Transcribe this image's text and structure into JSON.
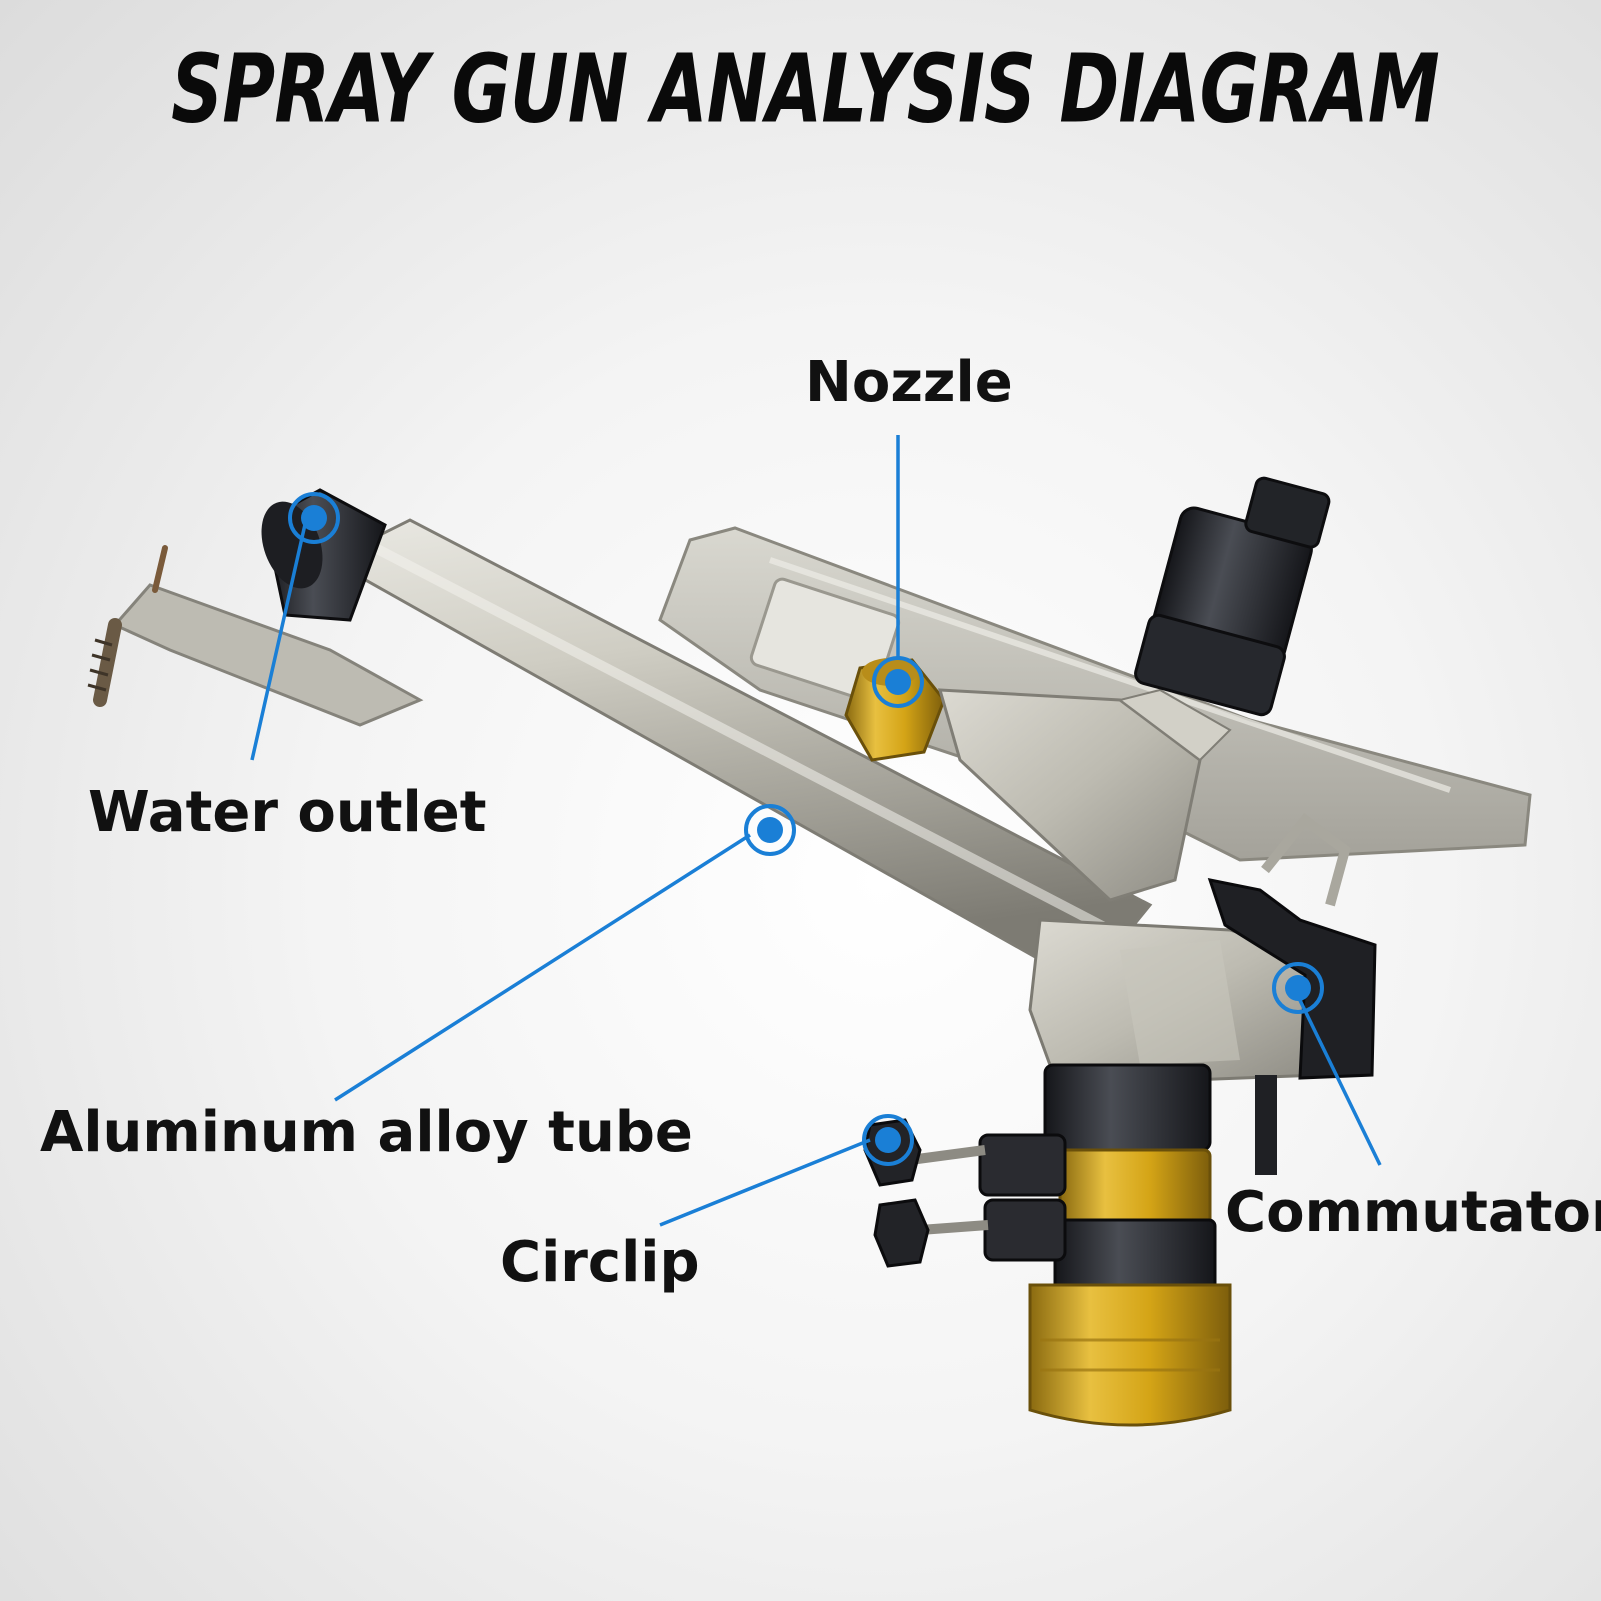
{
  "title": "SPRAY GUN ANALYSIS DIAGRAM",
  "colors": {
    "leader": "#1a7fd6",
    "marker": "#1a7fd6",
    "aluminum": "#c9c7bd",
    "brass": "#d8a820",
    "black_plastic": "#2a2c30",
    "background": "#f2f2f2"
  },
  "labels": {
    "nozzle": "Nozzle",
    "water_outlet": "Water outlet",
    "aluminum_tube": "Aluminum alloy tube",
    "circlip": "Circlip",
    "commutator": "Commutator"
  }
}
